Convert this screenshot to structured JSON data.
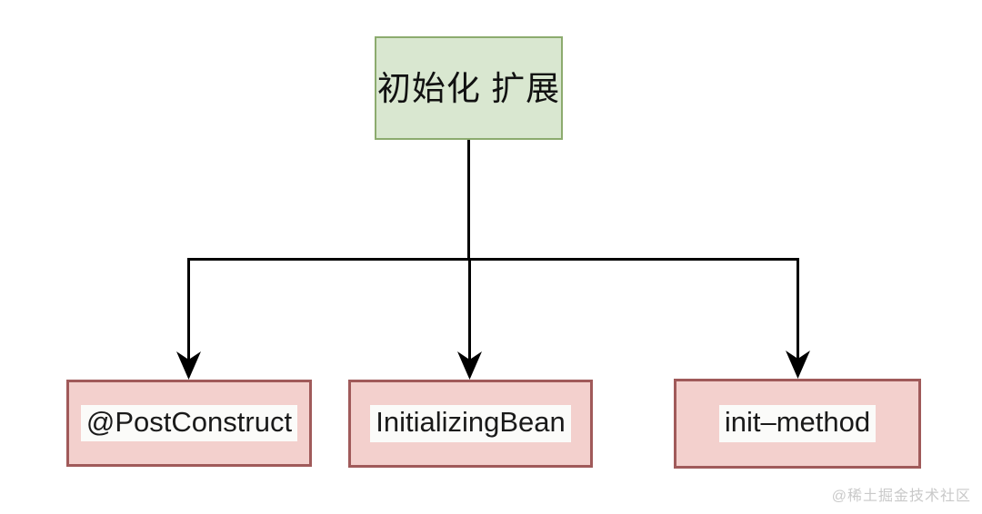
{
  "diagram": {
    "type": "tree-flowchart",
    "background_color": "#ffffff",
    "root": {
      "label": "初始化 扩展",
      "fill_color": "#d9e7d0",
      "border_color": "#8cab6e"
    },
    "leaves": [
      {
        "label": "@PostConstruct",
        "fill_color": "#f3d0cd",
        "border_color": "#a05a5a",
        "label_band_color": "#fbfbf9"
      },
      {
        "label": "InitializingBean",
        "fill_color": "#f3d0cd",
        "border_color": "#a05a5a",
        "label_band_color": "#fbfbf9"
      },
      {
        "label": "init–method",
        "fill_color": "#f3d0cd",
        "border_color": "#a05a5a",
        "label_band_color": "#fbfbf9"
      }
    ],
    "edge_color": "#000000"
  },
  "watermark": {
    "text": "@稀土掘金技术社区",
    "color": "#c9c9c9"
  }
}
